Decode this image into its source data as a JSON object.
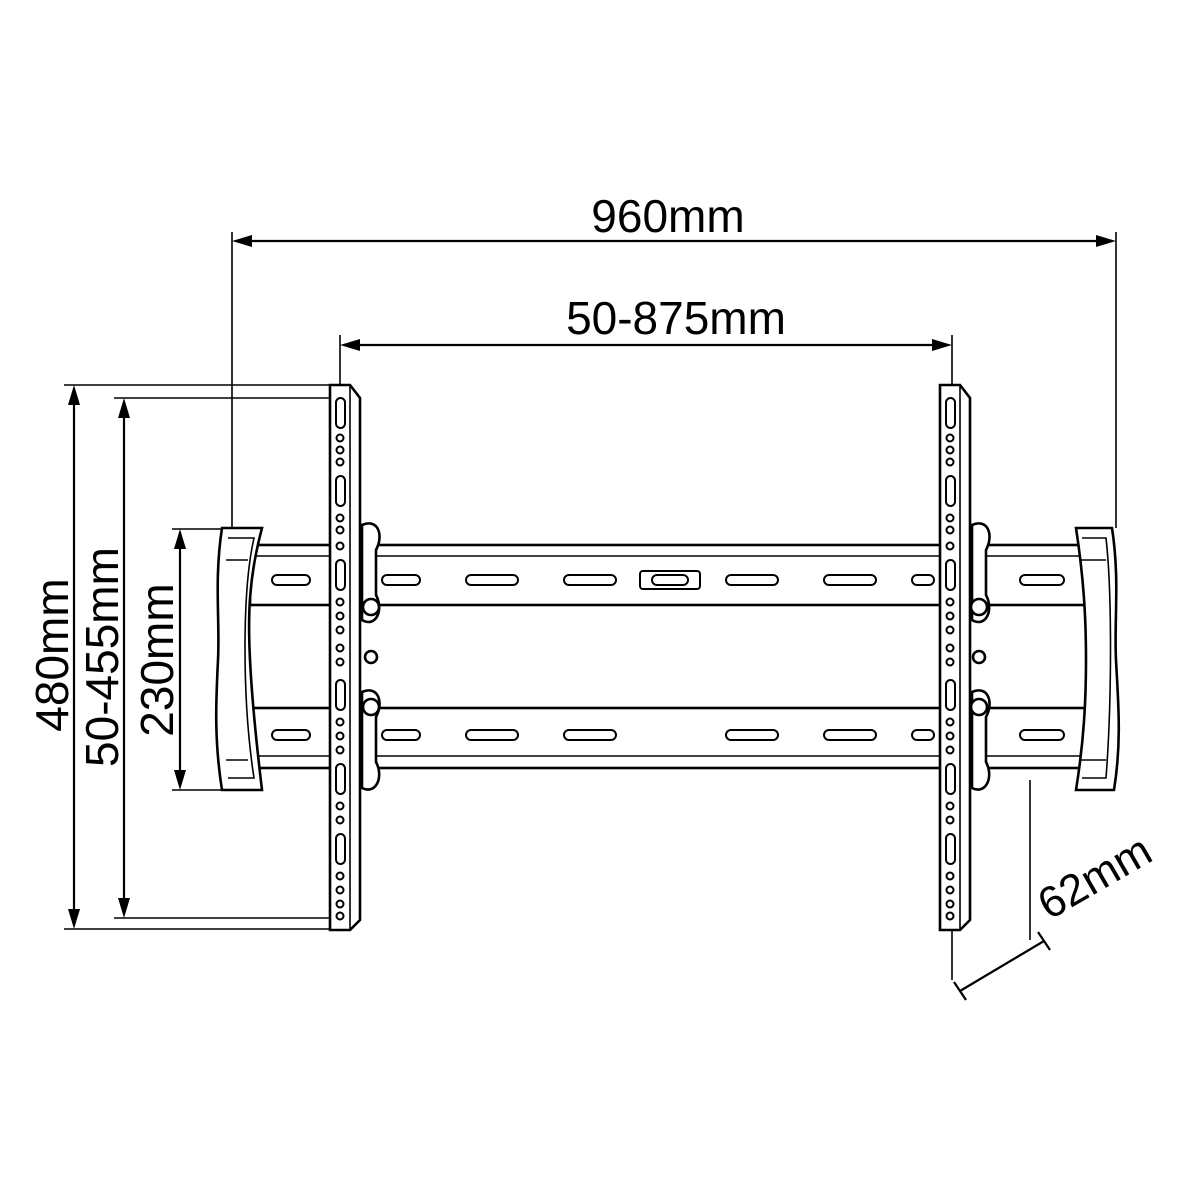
{
  "dimensions": {
    "overall_width": "960mm",
    "vesa_horizontal": "50-875mm",
    "overall_height": "480mm",
    "vesa_vertical": "50-455mm",
    "wall_plate_height": "230mm",
    "wall_depth": "62mm"
  },
  "colors": {
    "line": "#000000",
    "background": "#ffffff"
  }
}
